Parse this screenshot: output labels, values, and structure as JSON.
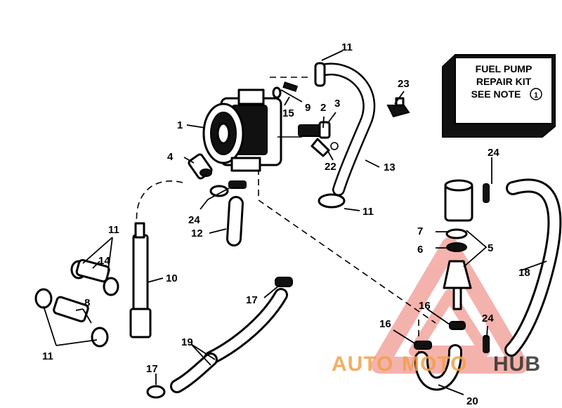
{
  "diagram": {
    "callouts": {
      "c1": "1",
      "c2": "2",
      "c3": "3",
      "c4": "4",
      "c5": "5",
      "c6": "6",
      "c7": "7",
      "c8": "8",
      "c9": "9",
      "c10": "10",
      "c11a": "11",
      "c11b": "11",
      "c11c": "11",
      "c11d": "11",
      "c12": "12",
      "c13": "13",
      "c14": "14",
      "c15": "15",
      "c16a": "16",
      "c16b": "16",
      "c17a": "17",
      "c17b": "17",
      "c18": "18",
      "c19": "19",
      "c20": "20",
      "c22": "22",
      "c23": "23",
      "c24a": "24",
      "c24b": "24",
      "c24c": "24"
    },
    "kit_box": {
      "line1": "FUEL PUMP",
      "line2": "REPAIR KIT",
      "line3": "SEE NOTE",
      "note_number": "1"
    }
  },
  "watermark": {
    "part1": "AUTO",
    "part2": "MOTO",
    "part3": "HUB",
    "color_primary": "#f2a04a",
    "color_secondary": "#e8534a",
    "color_dark": "#2f2f2f"
  }
}
